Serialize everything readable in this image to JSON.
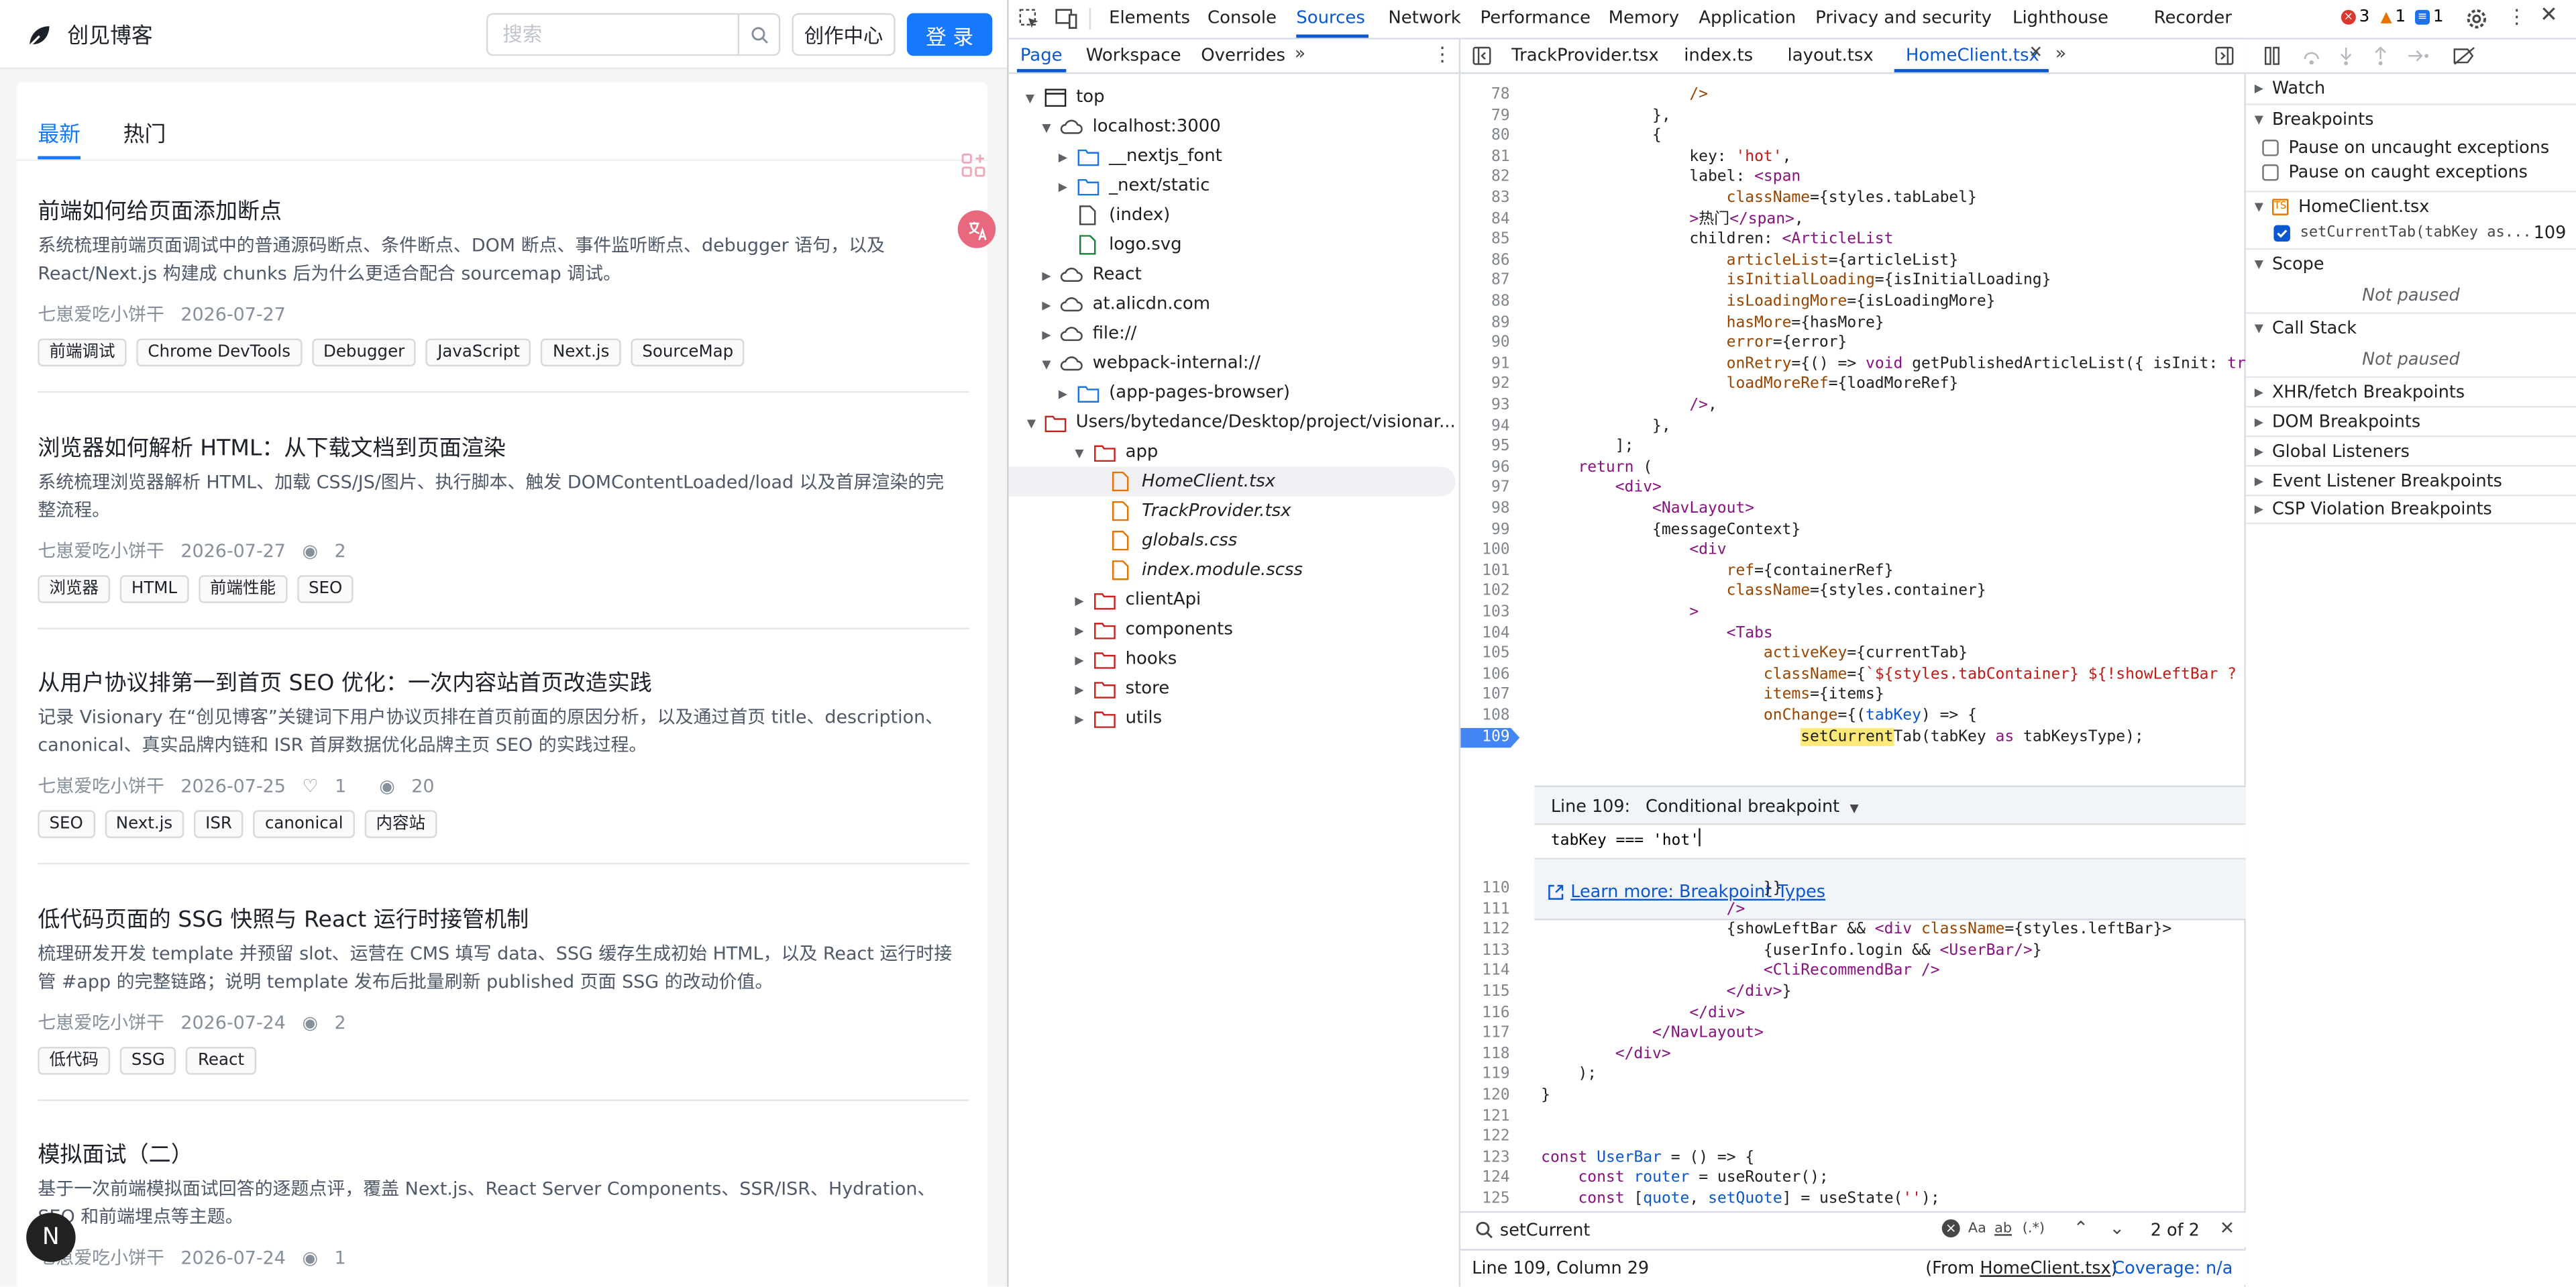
{
  "blog": {
    "site_name": "创见博客",
    "search_placeholder": "搜索",
    "creator_center": "创作中心",
    "login": "登 录",
    "tabs": [
      "最新",
      "热门"
    ],
    "articles": [
      {
        "title": "前端如何给页面添加断点",
        "desc": "系统梳理前端页面调试中的普通源码断点、条件断点、DOM 断点、事件监听断点、debugger 语句，以及 React/Next.js 构建成 chunks 后为什么更适合配合 sourcemap 调试。",
        "author": "七崽爱吃小饼干",
        "date": "2026-07-27",
        "likes": "",
        "views": "",
        "tags": [
          "前端调试",
          "Chrome DevTools",
          "Debugger",
          "JavaScript",
          "Next.js",
          "SourceMap"
        ]
      },
      {
        "title": "浏览器如何解析 HTML：从下载文档到页面渲染",
        "desc": "系统梳理浏览器解析 HTML、加载 CSS/JS/图片、执行脚本、触发 DOMContentLoaded/load 以及首屏渲染的完整流程。",
        "author": "七崽爱吃小饼干",
        "date": "2026-07-27",
        "likes": "",
        "views": "2",
        "tags": [
          "浏览器",
          "HTML",
          "前端性能",
          "SEO"
        ]
      },
      {
        "title": "从用户协议排第一到首页 SEO 优化：一次内容站首页改造实践",
        "desc": "记录 Visionary 在“创见博客”关键词下用户协议页排在首页前面的原因分析，以及通过首页 title、description、canonical、真实品牌内链和 ISR 首屏数据优化品牌主页 SEO 的实践过程。",
        "author": "七崽爱吃小饼干",
        "date": "2026-07-25",
        "likes": "1",
        "views": "20",
        "tags": [
          "SEO",
          "Next.js",
          "ISR",
          "canonical",
          "内容站"
        ]
      },
      {
        "title": "低代码页面的 SSG 快照与 React 运行时接管机制",
        "desc": "梳理研发开发 template 并预留 slot、运营在 CMS 填写 data、SSG 缓存生成初始 HTML，以及 React 运行时接管 #app 的完整链路；说明 template 发布后批量刷新 published 页面 SSG 的改动价值。",
        "author": "七崽爱吃小饼干",
        "date": "2026-07-24",
        "likes": "",
        "views": "2",
        "tags": [
          "低代码",
          "SSG",
          "React"
        ]
      },
      {
        "title": "模拟面试（二）",
        "desc": "基于一次前端模拟面试回答的逐题点评，覆盖 Next.js、React Server Components、SSR/ISR、Hydration、SEO 和前端埋点等主题。",
        "author": "七崽爱吃小饼干",
        "date": "2026-07-24",
        "likes": "",
        "views": "1",
        "tags": []
      }
    ]
  },
  "devtools": {
    "main_tabs": [
      "Elements",
      "Console",
      "Sources",
      "Network",
      "Performance",
      "Memory",
      "Application",
      "Privacy and security",
      "Lighthouse",
      "Recorder"
    ],
    "active_tab": "Sources",
    "errors": "3",
    "warnings": "1",
    "issues": "1",
    "nav_tabs": [
      "Page",
      "Workspace",
      "Overrides"
    ],
    "tree": [
      {
        "label": "top",
        "depth": 0,
        "arrow": "▼",
        "icon": "frame"
      },
      {
        "label": "localhost:3000",
        "depth": 1,
        "arrow": "▼",
        "icon": "cloud"
      },
      {
        "label": "__nextjs_font",
        "depth": 2,
        "arrow": "▶",
        "icon": "folder-blue"
      },
      {
        "label": "_next/static",
        "depth": 2,
        "arrow": "▶",
        "icon": "folder-blue"
      },
      {
        "label": "(index)",
        "depth": 2,
        "arrow": "",
        "icon": "file"
      },
      {
        "label": "logo.svg",
        "depth": 2,
        "arrow": "",
        "icon": "file-green"
      },
      {
        "label": "React",
        "depth": 1,
        "arrow": "▶",
        "icon": "cloud"
      },
      {
        "label": "at.alicdn.com",
        "depth": 1,
        "arrow": "▶",
        "icon": "cloud"
      },
      {
        "label": "file://",
        "depth": 1,
        "arrow": "▶",
        "icon": "cloud"
      },
      {
        "label": "webpack-internal://",
        "depth": 1,
        "arrow": "▼",
        "icon": "cloud"
      },
      {
        "label": "(app-pages-browser)",
        "depth": 2,
        "arrow": "▶",
        "icon": "folder-blue"
      },
      {
        "label": "Users/bytedance/Desktop/project/visionar...",
        "depth": 2,
        "arrow": "▼",
        "icon": "folder-orange"
      },
      {
        "label": "app",
        "depth": 3,
        "arrow": "▼",
        "icon": "folder-orange"
      },
      {
        "label": "HomeClient.tsx",
        "depth": 4,
        "arrow": "",
        "icon": "file-orange",
        "italic": true,
        "selected": true
      },
      {
        "label": "TrackProvider.tsx",
        "depth": 4,
        "arrow": "",
        "icon": "file-orange",
        "italic": true
      },
      {
        "label": "globals.css",
        "depth": 4,
        "arrow": "",
        "icon": "file-orange",
        "italic": true
      },
      {
        "label": "index.module.scss",
        "depth": 4,
        "arrow": "",
        "icon": "file-orange",
        "italic": true
      },
      {
        "label": "clientApi",
        "depth": 3,
        "arrow": "▶",
        "icon": "folder-orange"
      },
      {
        "label": "components",
        "depth": 3,
        "arrow": "▶",
        "icon": "folder-orange"
      },
      {
        "label": "hooks",
        "depth": 3,
        "arrow": "▶",
        "icon": "folder-orange"
      },
      {
        "label": "store",
        "depth": 3,
        "arrow": "▶",
        "icon": "folder-orange"
      },
      {
        "label": "utils",
        "depth": 3,
        "arrow": "▶",
        "icon": "folder-orange"
      }
    ],
    "editor_tabs": [
      "TrackProvider.tsx",
      "index.ts",
      "layout.tsx",
      "HomeClient.tsx"
    ],
    "active_editor_tab": "HomeClient.tsx",
    "code_top": [
      {
        "n": "78",
        "html": "                <span class=\"at\">/></span>"
      },
      {
        "n": "79",
        "html": "            },"
      },
      {
        "n": "80",
        "html": "            {"
      },
      {
        "n": "81",
        "html": "                key: <span class=\"st\">'hot'</span>,"
      },
      {
        "n": "82",
        "html": "                label: <span class=\"tg\">&lt;span</span>"
      },
      {
        "n": "83",
        "html": "                    <span class=\"at\">className</span>={styles.tabLabel}"
      },
      {
        "n": "84",
        "html": "                <span class=\"tg\">&gt;</span>热门<span class=\"tg\">&lt;/span&gt;</span>,"
      },
      {
        "n": "85",
        "html": "                children: <span class=\"tg\">&lt;ArticleList</span>"
      },
      {
        "n": "86",
        "html": "                    <span class=\"at\">articleList</span>={articleList}"
      },
      {
        "n": "87",
        "html": "                    <span class=\"at\">isInitialLoading</span>={isInitialLoading}"
      },
      {
        "n": "88",
        "html": "                    <span class=\"at\">isLoadingMore</span>={isLoadingMore}"
      },
      {
        "n": "89",
        "html": "                    <span class=\"at\">hasMore</span>={hasMore}"
      },
      {
        "n": "90",
        "html": "                    <span class=\"at\">error</span>={error}"
      },
      {
        "n": "91",
        "html": "                    <span class=\"at\">onRetry</span>={() =&gt; <span class=\"kw\">void</span> getPublishedArticleList({ isInit: <span class=\"kw\">true</span>, sort"
      },
      {
        "n": "92",
        "html": "                    <span class=\"at\">loadMoreRef</span>={loadMoreRef}"
      },
      {
        "n": "93",
        "html": "                <span class=\"tg\">/&gt;</span>,"
      },
      {
        "n": "94",
        "html": "            },"
      },
      {
        "n": "95",
        "html": "        ];"
      },
      {
        "n": "96",
        "html": "    <span class=\"kw\">return</span> ("
      },
      {
        "n": "97",
        "html": "        <span class=\"tg\">&lt;div&gt;</span>"
      },
      {
        "n": "98",
        "html": "            <span class=\"tg\">&lt;NavLayout&gt;</span>"
      },
      {
        "n": "99",
        "html": "            {messageContext}"
      },
      {
        "n": "100",
        "html": "                <span class=\"tg\">&lt;div</span>"
      },
      {
        "n": "101",
        "html": "                    <span class=\"at\">ref</span>={containerRef}"
      },
      {
        "n": "102",
        "html": "                    <span class=\"at\">className</span>={styles.container}"
      },
      {
        "n": "103",
        "html": "                <span class=\"tg\">&gt;</span>"
      },
      {
        "n": "104",
        "html": "                    <span class=\"tg\">&lt;Tabs</span>"
      },
      {
        "n": "105",
        "html": "                        <span class=\"at\">activeKey</span>={currentTab}"
      },
      {
        "n": "106",
        "html": "                        <span class=\"at\">className</span>={<span class=\"st\">`${styles.tabContainer} ${!showLeftBar ? sty</span>"
      },
      {
        "n": "107",
        "html": "                        <span class=\"at\">items</span>={items}"
      },
      {
        "n": "108",
        "html": "                        <span class=\"at\">onChange</span>={(<span class=\"vr\">tabKey</span>) =&gt; {"
      },
      {
        "n": "109",
        "html": "                            <span class=\"hl\">setCurrent</span>Tab(tabKey <span class=\"kw\">as</span> tabKeysType);",
        "bp": true
      }
    ],
    "code_bottom": [
      {
        "n": "110",
        "html": "                        }}"
      },
      {
        "n": "111",
        "html": "                    <span class=\"tg\">/&gt;</span>"
      },
      {
        "n": "112",
        "html": "                    {showLeftBar &amp;&amp; <span class=\"tg\">&lt;div</span> <span class=\"at\">className</span>={styles.leftBar}&gt;"
      },
      {
        "n": "113",
        "html": "                        {userInfo.login &amp;&amp; <span class=\"tg\">&lt;UserBar/&gt;</span>}"
      },
      {
        "n": "114",
        "html": "                        <span class=\"tg\">&lt;CliRecommendBar /&gt;</span>"
      },
      {
        "n": "115",
        "html": "                    <span class=\"tg\">&lt;/div&gt;</span>}"
      },
      {
        "n": "116",
        "html": "                <span class=\"tg\">&lt;/div&gt;</span>"
      },
      {
        "n": "117",
        "html": "            <span class=\"tg\">&lt;/NavLayout&gt;</span>"
      },
      {
        "n": "118",
        "html": "        <span class=\"tg\">&lt;/div&gt;</span>"
      },
      {
        "n": "119",
        "html": "    );"
      },
      {
        "n": "120",
        "html": "}"
      },
      {
        "n": "121",
        "html": ""
      },
      {
        "n": "122",
        "html": ""
      },
      {
        "n": "123",
        "html": "<span class=\"kw\">const</span> <span class=\"vr\">UserBar</span> = () =&gt; {"
      },
      {
        "n": "124",
        "html": "    <span class=\"kw\">const</span> <span class=\"vr\">router</span> = useRouter();"
      },
      {
        "n": "125",
        "html": "    <span class=\"kw\">const</span> [<span class=\"vr\">quote</span>, <span class=\"vr\">setQuote</span>] = useState(<span class=\"st\">''</span>);"
      }
    ],
    "cond_bp": {
      "line_label": "Line 109:",
      "type": "Conditional breakpoint",
      "expression": "tabKey === 'hot'",
      "learn_more": "Learn more: Breakpoint Types"
    },
    "find": {
      "value": "setCurrent",
      "count": "2 of 2"
    },
    "status": {
      "position": "Line 109, Column 29",
      "from_prefix": "(From ",
      "from_file": "HomeClient.tsx",
      "from_suffix": ")",
      "coverage": "Coverage: n/a"
    },
    "sidebar": {
      "watch": "Watch",
      "breakpoints": "Breakpoints",
      "pause_uncaught": "Pause on uncaught exceptions",
      "pause_caught": "Pause on caught exceptions",
      "bp_file": "HomeClient.tsx",
      "bp_code": "setCurrentTab(tabKey as...",
      "bp_line": "109",
      "scope": "Scope",
      "not_paused": "Not paused",
      "call_stack": "Call Stack",
      "others": [
        "XHR/fetch Breakpoints",
        "DOM Breakpoints",
        "Global Listeners",
        "Event Listener Breakpoints",
        "CSP Violation Breakpoints"
      ]
    }
  }
}
